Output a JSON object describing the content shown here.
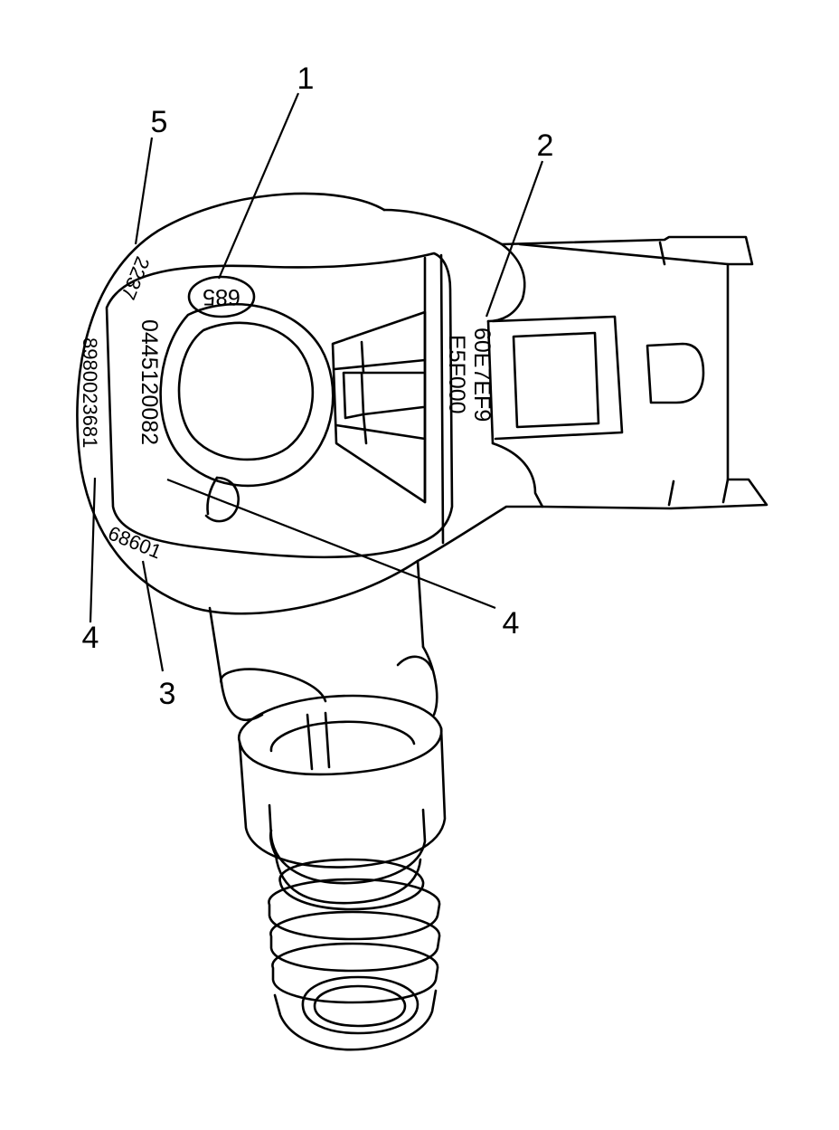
{
  "callouts": {
    "c1": "1",
    "c2": "2",
    "c3": "3",
    "c4_left": "4",
    "c4_right": "4",
    "c5": "5"
  },
  "markings": {
    "stamp_code": "685",
    "part_number": "0445120082",
    "connector_code_line1": "E5F000",
    "connector_code_line2": "60E7EF9",
    "rim_code_top": "2237",
    "rim_serial": "8980023681",
    "rim_code_bottom": "68601"
  }
}
